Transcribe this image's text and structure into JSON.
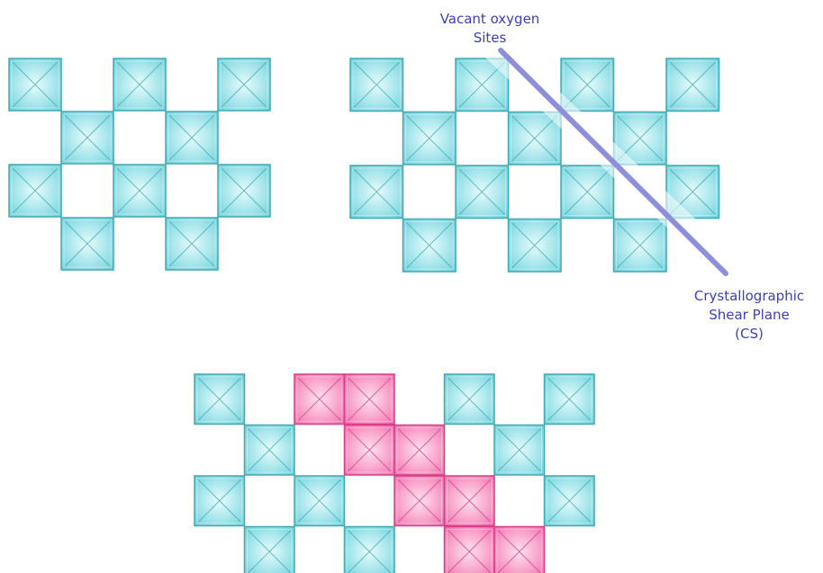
{
  "labels": {
    "vacant_oxygen_line1": "Vacant oxygen",
    "vacant_oxygen_line2": "Sites",
    "shear_plane_line1": "Crystallographic",
    "shear_plane_line2": "Shear Plane",
    "shear_plane_line3": "(CS)"
  },
  "colors": {
    "octahedron_fill": "#7fd6de",
    "octahedron_edge": "#3faab5",
    "shear_fill": "#f47cb5",
    "shear_edge": "#d93d8a",
    "vacant_highlight": "#ffffff",
    "shear_line": "#8f8fd9",
    "label_text": "#3b3fb8"
  },
  "panels": {
    "perfect_lattice": {
      "rows": [
        "X.X.X",
        ".X.X.",
        "X.X.X",
        ".X.X."
      ]
    },
    "lattice_with_shear": {
      "rows": [
        "X.X.X.X",
        ".X.X.X.",
        "X.X.X.X",
        ".X.X.X."
      ]
    },
    "sheared_structure": {
      "rows": [
        "C.PP.C.C",
        ".C.PP.C.",
        "C.C.PP.C",
        ".C.C.PP."
      ]
    }
  }
}
